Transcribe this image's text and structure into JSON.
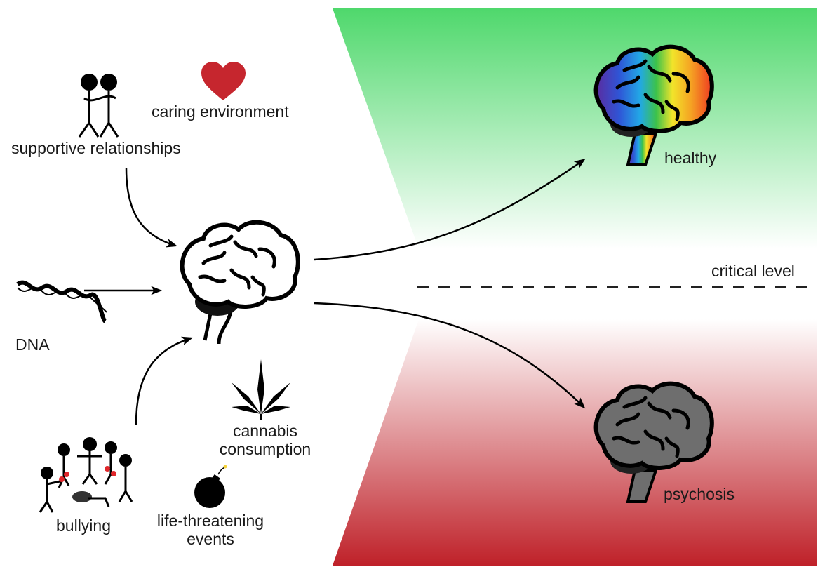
{
  "colors": {
    "healthy_top": "#4fd86c",
    "healthy_bottom": "#ffffff",
    "psychosis_top": "#ffffff",
    "psychosis_bottom": "#bf2129",
    "heart": "#c6262e",
    "sick_brain": "#6e6e6e",
    "bullying_marks": "#e0262a"
  },
  "factors": {
    "supportive_relationships": {
      "label": "supportive relationships",
      "icon": "hugging-figures-icon"
    },
    "caring_environment": {
      "label": "caring environment",
      "icon": "heart-icon"
    },
    "dna": {
      "label": "DNA",
      "icon": "dna-helix-icon"
    },
    "cannabis": {
      "label_line1": "cannabis",
      "label_line2": "consumption",
      "icon": "cannabis-leaf-icon"
    },
    "bullying": {
      "label": "bullying",
      "icon": "bullying-figures-icon"
    },
    "life_threatening": {
      "label_line1": "life-threatening",
      "label_line2": "events",
      "icon": "bomb-icon"
    }
  },
  "outcomes": {
    "healthy": {
      "label": "healthy",
      "icon": "rainbow-brain-icon"
    },
    "psychosis": {
      "label": "psychosis",
      "icon": "gray-brain-icon"
    }
  },
  "threshold": {
    "label": "critical level"
  }
}
